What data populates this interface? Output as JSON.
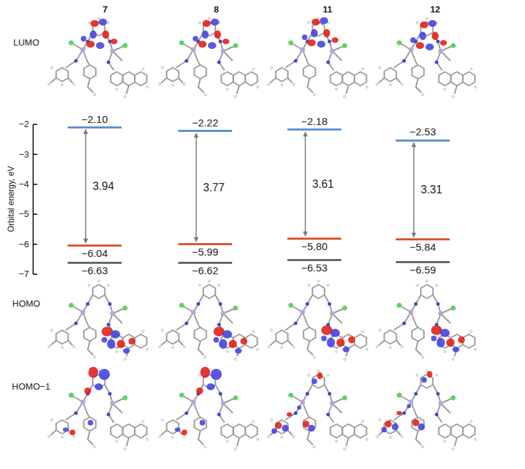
{
  "diagram": {
    "nodes": [
      {
        "text": [
          "−2.10"
        ]
      },
      {
        "text": [
          "−2.22"
        ]
      },
      {
        "text": [
          "−2.18"
        ]
      },
      {
        "text": [
          "−2.53"
        ]
      },
      {
        "text": [
          "−6.04"
        ]
      },
      {
        "text": [
          "−5.99"
        ]
      },
      {
        "text": [
          "−5.80"
        ]
      },
      {
        "text": [
          "−5.84"
        ]
      },
      {
        "text": [
          "−6.63"
        ]
      },
      {
        "text": [
          "−6.62"
        ]
      },
      {
        "text": [
          "−6.53"
        ]
      },
      {
        "text": [
          "−6.59"
        ]
      }
    ],
    "edges": [
      {
        "from": 0,
        "to": 4,
        "arrow": "both",
        "label": "3.94"
      },
      {
        "from": 1,
        "to": 5,
        "arrow": "both",
        "label": "3.77"
      },
      {
        "from": 2,
        "to": 6,
        "arrow": "both",
        "label": "3.61"
      },
      {
        "from": 3,
        "to": 7,
        "arrow": "both",
        "label": "3.31"
      }
    ],
    "labels": [
      "7",
      "8",
      "11",
      "12",
      "LUMO",
      "Orbital energy, eV",
      "−2",
      "−3",
      "−4",
      "−5",
      "−6",
      "−7",
      "HOMO",
      "HOMO−1"
    ]
  }
}
